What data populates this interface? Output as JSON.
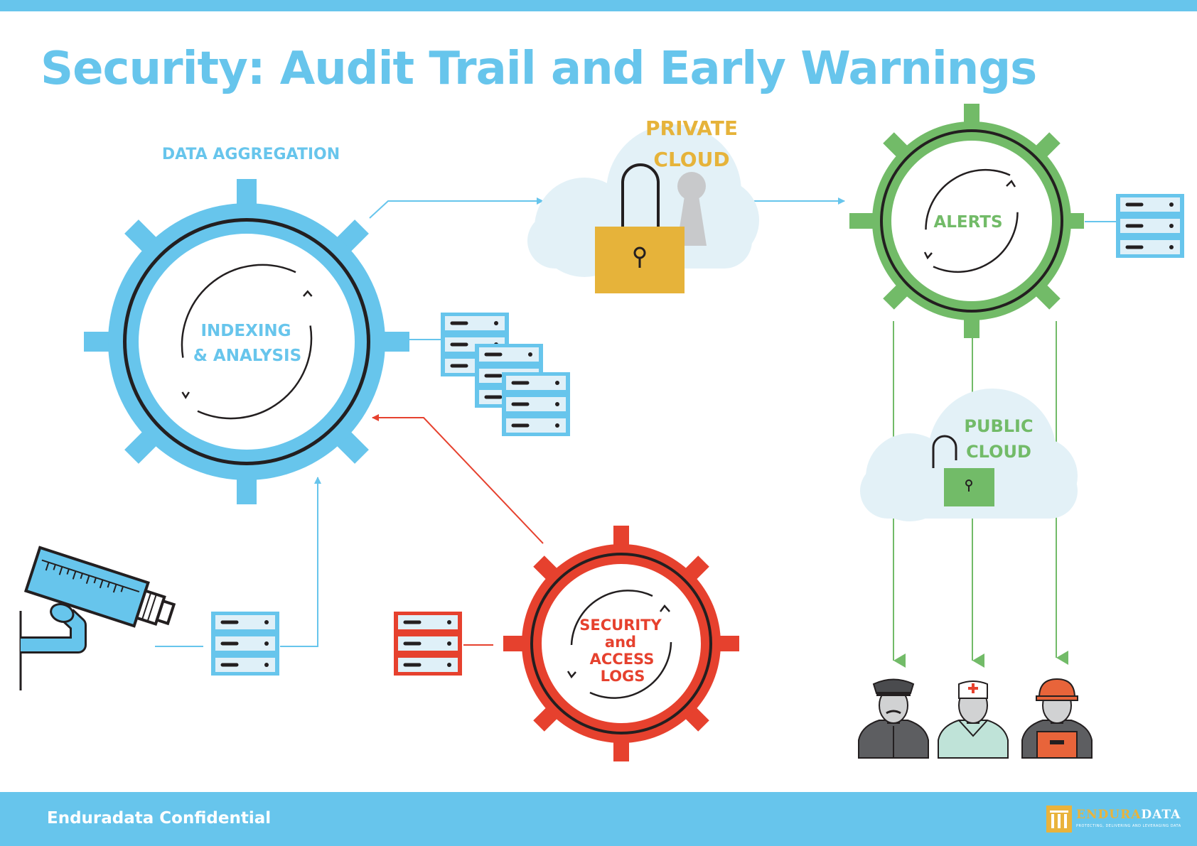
{
  "title": "Security: Audit Trail and Early Warnings",
  "labels": {
    "data_aggregation": "DATA AGGREGATION",
    "indexing_line1": "INDEXING",
    "indexing_line2": "& ANALYSIS",
    "private_line1": "PRIVATE",
    "private_line2": "CLOUD",
    "alerts": "ALERTS",
    "public_line1": "PUBLIC",
    "public_line2": "CLOUD",
    "security_line1": "SECURITY",
    "security_line2": "and",
    "security_line3": "ACCESS",
    "security_line4": "LOGS"
  },
  "footer": {
    "text": "Enduradata Confidential",
    "logo_part1": "ENDURA",
    "logo_part2": "DATA",
    "logo_tagline": "PROTECTING, DELIVERING AND LEVERAGING DATA"
  },
  "colors": {
    "blue": "#67c5ec",
    "green": "#72bb68",
    "red": "#e6412e",
    "yellow": "#e6b33a",
    "dark": "#231f20",
    "cloud": "#e3f1f7",
    "server_fill": "#dff0f8"
  }
}
